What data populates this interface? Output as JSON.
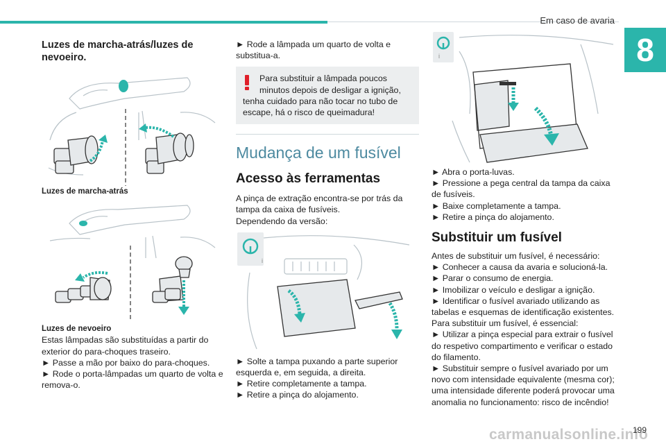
{
  "header": {
    "section_title": "Em caso de avaria",
    "chapter_number": "8"
  },
  "col1": {
    "heading": "Luzes de marcha-atrás/luzes de nevoeiro.",
    "caption_reverse": "Luzes de marcha-atrás",
    "caption_fog": "Luzes de nevoeiro",
    "lines": [
      "Estas lâmpadas são substituídas a partir do",
      "exterior do para-choques traseiro.",
      "► Passe a mão por baixo do para-choques.",
      "► Rode o porta-lâmpadas um quarto de volta e",
      "remova-o."
    ]
  },
  "col2": {
    "intro_lines": [
      "► Rode a lâmpada um quarto de volta e",
      "substitua-a."
    ],
    "warning_lines": [
      "Para substituir a lâmpada poucos",
      "minutos depois de desligar a ignição,",
      "tenha cuidado para não tocar no tubo de",
      "escape, há o risco de queimadura!"
    ],
    "section_heading": "Mudança de um fusível",
    "sub_heading": "Acesso às ferramentas",
    "access_lines": [
      "A pinça de extração encontra-se por trás da",
      "tampa da caixa de fusíveis.",
      "Dependendo da versão:"
    ],
    "steps": [
      "► Solte a tampa puxando a parte superior",
      "esquerda e, em seguida, a direita.",
      "► Retire completamente a tampa.",
      "► Retire a pinça do alojamento."
    ]
  },
  "col3": {
    "steps": [
      "► Abra o porta-luvas.",
      "► Pressione a pega central da tampa da caixa",
      "de fusíveis.",
      "► Baixe completamente a tampa.",
      "► Retire a pinça do alojamento."
    ],
    "sub_heading": "Substituir um fusível",
    "body_lines": [
      "Antes de substituir um fusível, é necessário:",
      "► Conhecer a causa da avaria e solucioná-la.",
      "► Parar o consumo de energia.",
      "► Imobilizar o veículo e desligar a ignição.",
      "► Identificar o fusível avariado utilizando as",
      "tabelas e esquemas de identificação existentes.",
      "Para substituir um fusível, é essencial:",
      "► Utilizar a pinça especial para extrair o fusível",
      "do respetivo compartimento e verificar o estado",
      "do filamento.",
      "► Substituir sempre o fusível avariado por um",
      "novo com intensidade equivalente (mesma cor);",
      "uma intensidade diferente poderá provocar uma",
      "anomalia no funcionamento: risco de incêndio!"
    ]
  },
  "footer": {
    "page_number": "199",
    "watermark": "carmanualsonline.info"
  },
  "colors": {
    "accent": "#2bb5ab",
    "warning_red": "#e0202a",
    "heading_blue": "#4d8aa0"
  }
}
